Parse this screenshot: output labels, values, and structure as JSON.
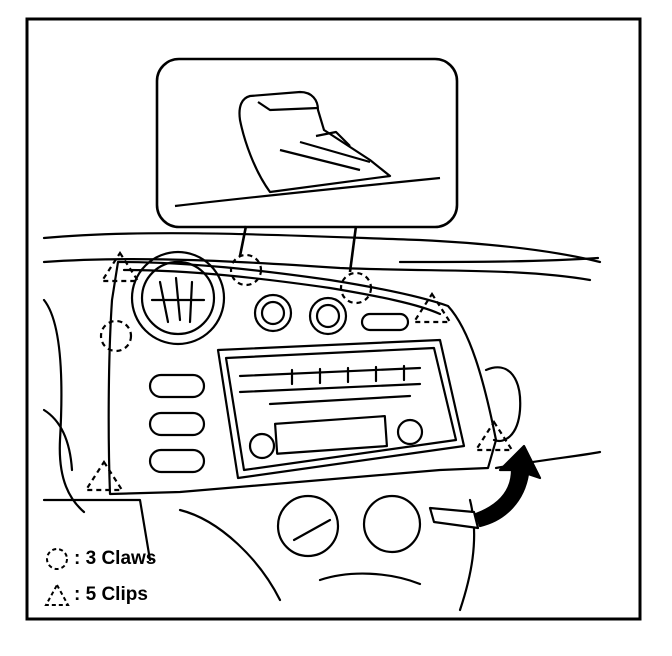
{
  "legend": {
    "claws": {
      "symbol": "dashed-circle",
      "text": ": 3 Claws"
    },
    "clips": {
      "symbol": "dashed-triangle",
      "text": ": 5 Clips"
    }
  },
  "colors": {
    "line": "#000000",
    "background": "#ffffff"
  },
  "counts": {
    "claws": 3,
    "clips": 5
  }
}
